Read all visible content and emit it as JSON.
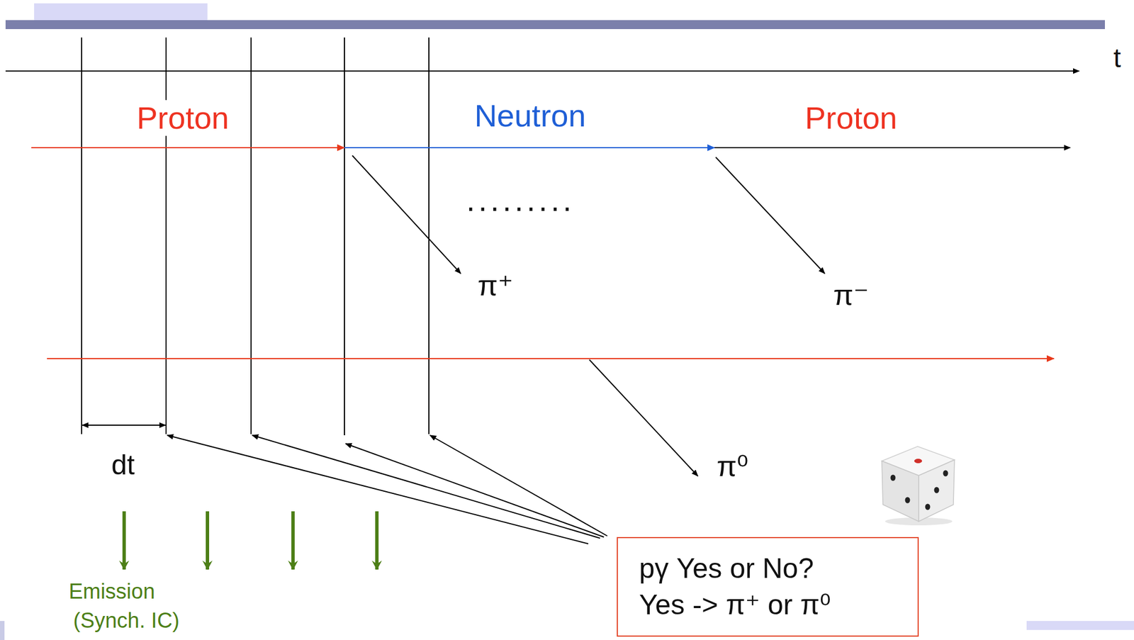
{
  "diagram": {
    "nodes": [
      {
        "text": [
          "pγ Yes or No?",
          "Yes -> π⁺ or π⁰"
        ]
      }
    ],
    "labels": [
      "t",
      "Proton",
      "Neutron",
      "Proton",
      ".........",
      "π⁺",
      "π⁻",
      "π⁰",
      "dt",
      "Emission",
      "(Synch. IC)"
    ]
  }
}
